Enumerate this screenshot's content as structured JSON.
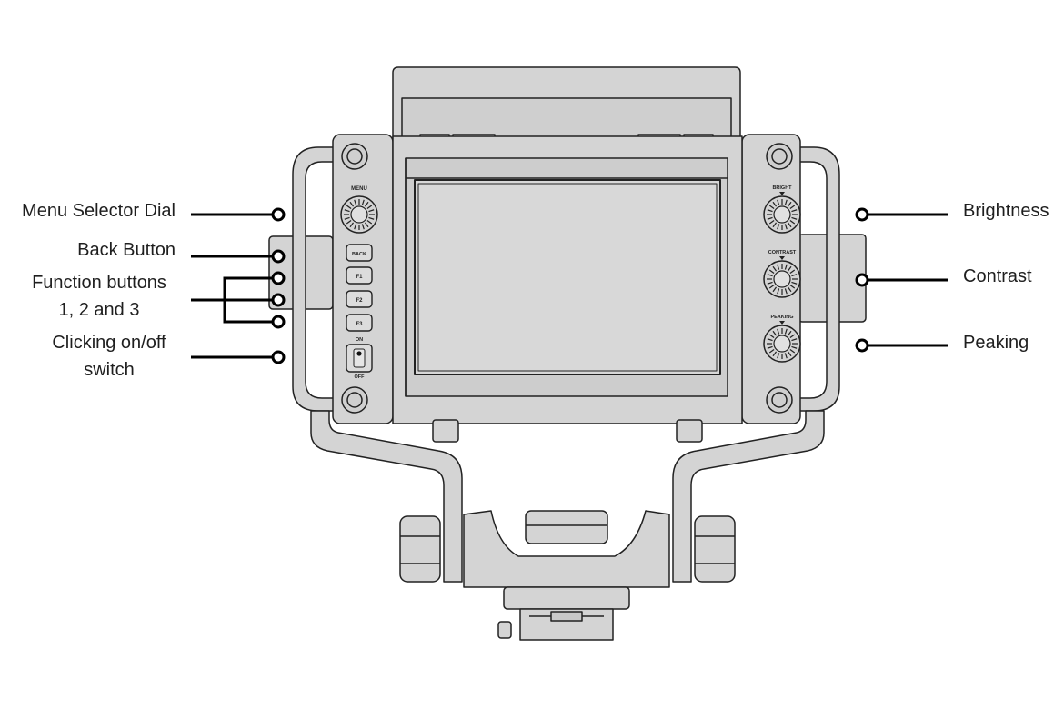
{
  "callouts": {
    "menu_selector_dial": "Menu Selector Dial",
    "back_button": "Back Button",
    "function_buttons_line1": "Function buttons",
    "function_buttons_line2": "1, 2 and 3",
    "onoff_switch_line1": "Clicking on/off",
    "onoff_switch_line2": "switch",
    "brightness": "Brightness",
    "contrast": "Contrast",
    "peaking": "Peaking"
  },
  "device_labels": {
    "menu": "MENU",
    "back": "BACK",
    "f1": "F1",
    "f2": "F2",
    "f3": "F3",
    "on": "ON",
    "off": "OFF",
    "bright": "BRIGHT",
    "contrast": "CONTRAST",
    "peaking": "PEAKING"
  }
}
